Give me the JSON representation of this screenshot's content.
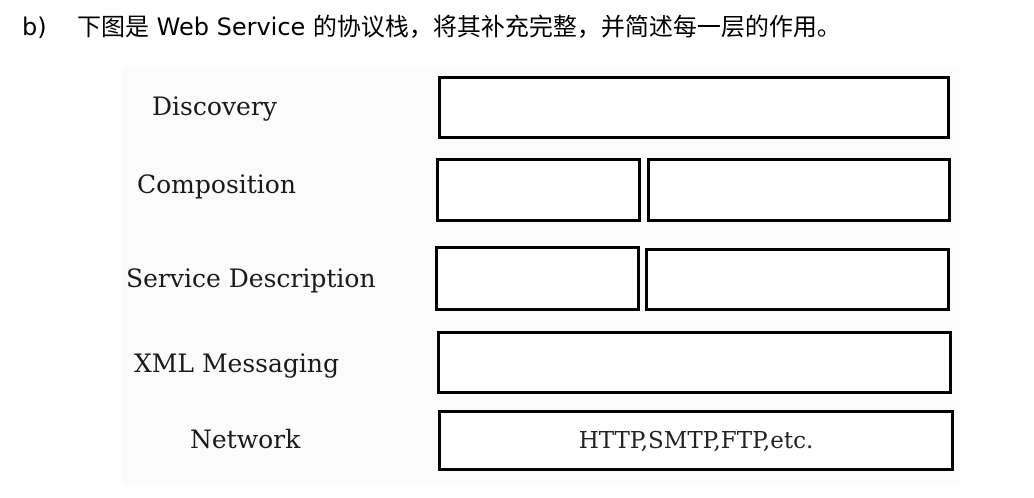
{
  "question": {
    "marker": "b)",
    "text": "下图是 Web Service 的协议栈，将其补充完整，并简述每一层的作用。"
  },
  "diagram": {
    "layers": [
      {
        "label": "Discovery",
        "boxes": [
          ""
        ]
      },
      {
        "label": "Composition",
        "boxes": [
          "",
          ""
        ]
      },
      {
        "label": "Service Description",
        "boxes": [
          "",
          ""
        ]
      },
      {
        "label": "XML Messaging",
        "boxes": [
          ""
        ]
      },
      {
        "label": "Network",
        "boxes": [
          "HTTP,SMTP,FTP,etc."
        ]
      }
    ]
  }
}
